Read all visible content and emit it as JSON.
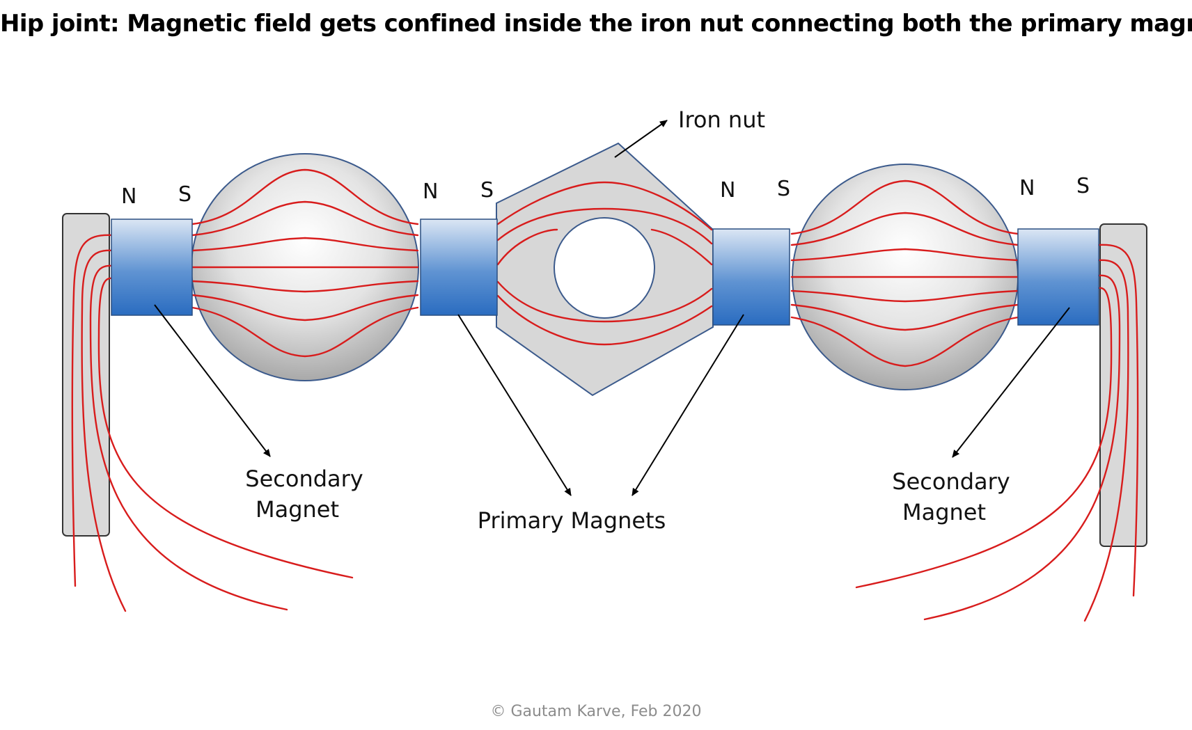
{
  "title": "Hip joint: Magnetic field gets confined inside the iron nut connecting both the primary magnets",
  "labels": {
    "iron_nut": "Iron nut",
    "secondary_left_line1": "Secondary",
    "secondary_left_line2": "Magnet",
    "primary": "Primary Magnets",
    "secondary_right_line1": "Secondary",
    "secondary_right_line2": "Magnet"
  },
  "poles": {
    "north": "N",
    "south": "S"
  },
  "credit": "© Gautam Karve, Feb 2020",
  "colors": {
    "field_line": "#d81c1c",
    "magnet_top": "#dbe6f4",
    "magnet_bottom": "#2a6cc0",
    "sphere_outline": "#3b5a8c",
    "iron_fill": "#d7d7d7",
    "bracket_fill": "#d9d9d9"
  }
}
